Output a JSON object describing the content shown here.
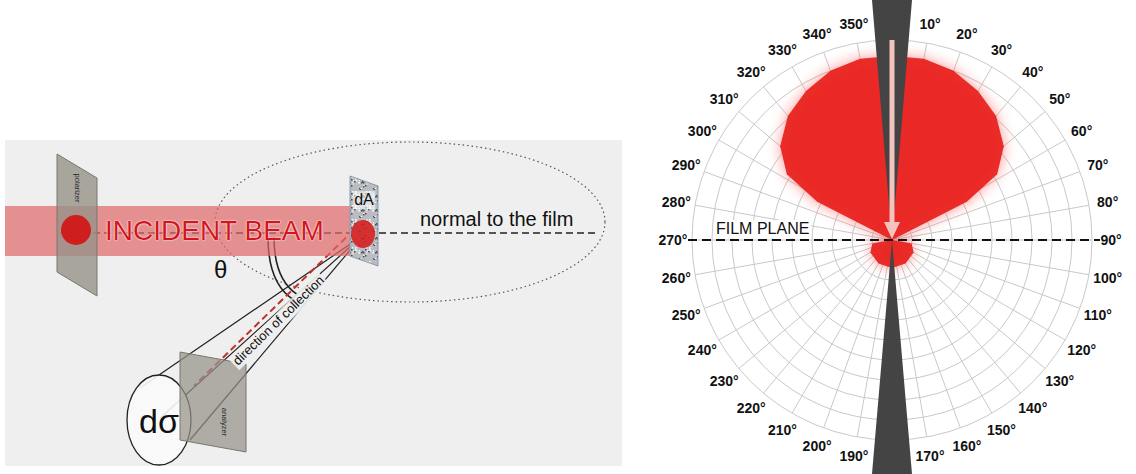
{
  "diagram": {
    "nodes": [
      {
        "text": [
          "polarizer"
        ]
      },
      {
        "text": [
          "INCIDENT BEAM"
        ]
      },
      {
        "text": [
          "dA"
        ]
      },
      {
        "text": [
          "analyzer"
        ]
      },
      {
        "text": [
          "dσ"
        ]
      }
    ],
    "edges": [
      {
        "from": 2,
        "to": 4,
        "arrow": "none",
        "label": "direction of collection"
      }
    ],
    "labels": [
      "normal to the film",
      "θ",
      "FILM PLANE",
      "10°",
      "20°",
      "30°",
      "40°",
      "50°",
      "60°",
      "70°",
      "80°",
      "90°",
      "100°",
      "110°",
      "120°",
      "130°",
      "140°",
      "150°",
      "160°",
      "170°",
      "190°",
      "200°",
      "210°",
      "220°",
      "230°",
      "240°",
      "250°",
      "260°",
      "270°",
      "280°",
      "290°",
      "300°",
      "310°",
      "320°",
      "330°",
      "340°",
      "350°"
    ]
  }
}
